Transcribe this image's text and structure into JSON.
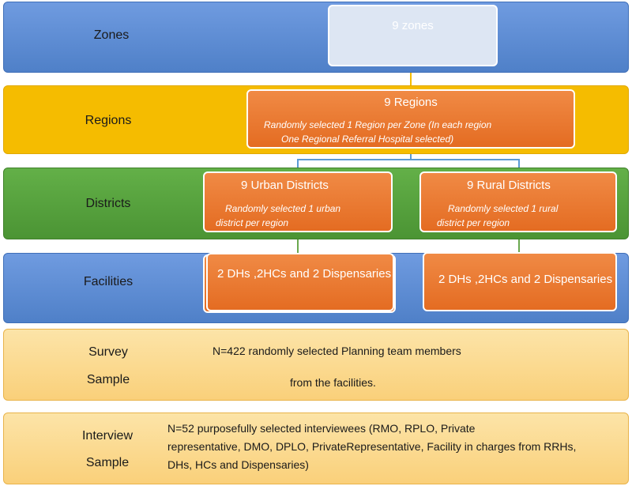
{
  "bands": {
    "zones": {
      "label": "Zones"
    },
    "regions": {
      "label": "Regions"
    },
    "districts": {
      "label": "Districts"
    },
    "facilities": {
      "label": "Facilities"
    },
    "survey": {
      "label_line1": "Survey",
      "label_line2": "Sample"
    },
    "interview": {
      "label_line1": "Interview",
      "label_line2": "Sample"
    }
  },
  "boxes": {
    "zones": {
      "title": "9 zones"
    },
    "regions": {
      "title": "9 Regions",
      "note_line1": "Randomly selected 1 Region per Zone (In each region",
      "note_line2": "One Regional Referral Hospital selected)"
    },
    "urban_districts": {
      "title": "9  Urban Districts",
      "note_line1": "Randomly selected 1 urban",
      "note_line2": "district per region"
    },
    "rural_districts": {
      "title": "9  Rural Districts",
      "note_line1": "Randomly selected 1 rural",
      "note_line2": "district  per region"
    },
    "urban_facilities": {
      "title": "2 DHs ,2HCs and 2 Dispensaries"
    },
    "rural_facilities": {
      "title": "2 DHs ,2HCs and 2 Dispensaries"
    }
  },
  "survey_text": {
    "line1": "N=422 randomly selected Planning team members",
    "line2": "from the facilities."
  },
  "interview_text": {
    "line1": "N=52 purposefully selected interviewees (RMO, RPLO, Private",
    "line2": "representative, DMO, DPLO, PrivateRepresentative, Facility in charges from RRHs,",
    "line3": "DHs, HCs and Dispensaries)"
  },
  "colors": {
    "blue_band": "#5b8bd0",
    "yellow_band": "#f5bc00",
    "green_band": "#55a33d",
    "sample_band": "#fbd98a",
    "orange_box": "#ee7a30",
    "connector_blue": "#5b9bd5",
    "connector_yellow": "#f5bc00",
    "connector_green": "#6aa84f"
  }
}
